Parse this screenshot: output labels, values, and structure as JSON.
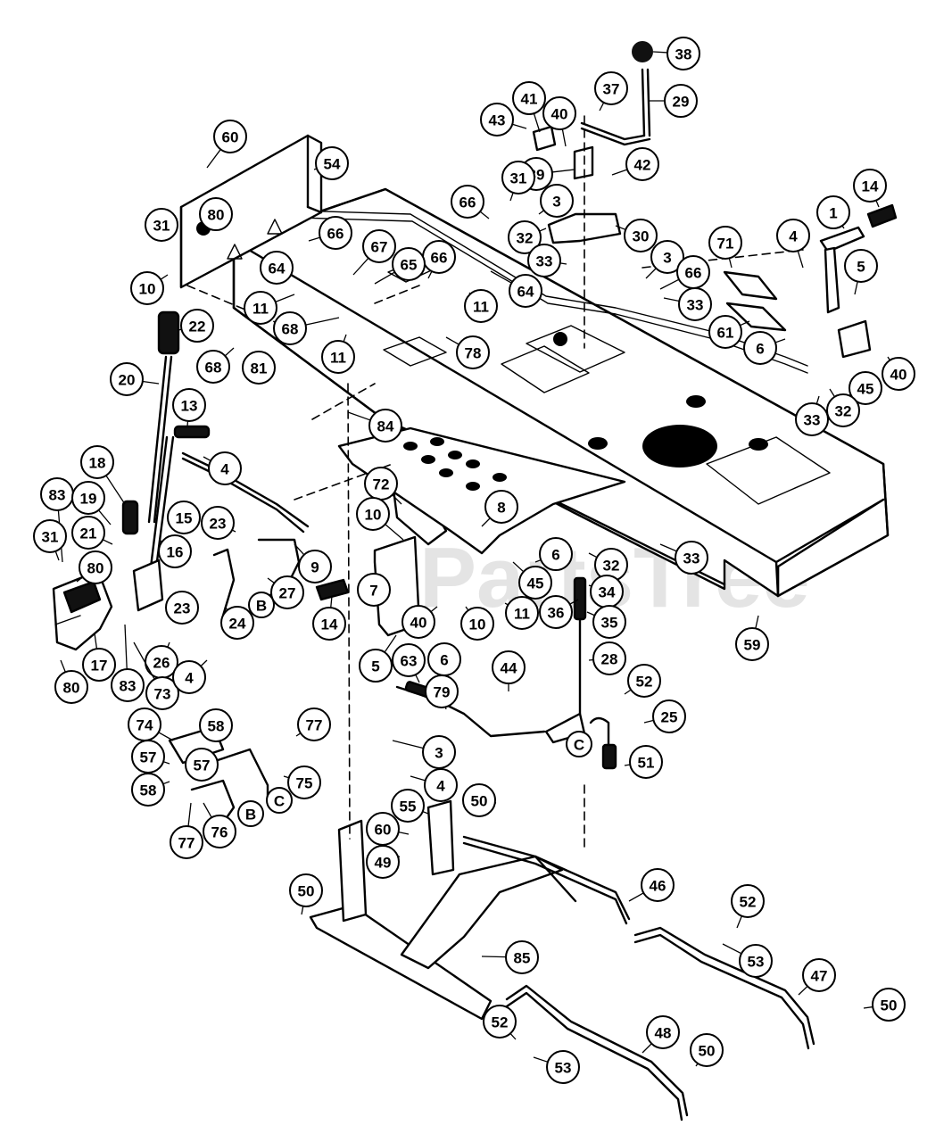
{
  "watermark": {
    "text": "PartsTree",
    "trademark": "TM"
  },
  "callouts": [
    "1",
    "3",
    "4",
    "5",
    "6",
    "7",
    "8",
    "9",
    "10",
    "11",
    "13",
    "14",
    "15",
    "16",
    "17",
    "18",
    "19",
    "20",
    "21",
    "22",
    "23",
    "24",
    "25",
    "26",
    "27",
    "28",
    "29",
    "30",
    "31",
    "32",
    "33",
    "34",
    "35",
    "36",
    "37",
    "38",
    "39",
    "40",
    "41",
    "42",
    "43",
    "44",
    "45",
    "46",
    "47",
    "48",
    "49",
    "50",
    "51",
    "52",
    "53",
    "54",
    "55",
    "57",
    "58",
    "59",
    "60",
    "61",
    "63",
    "64",
    "65",
    "66",
    "67",
    "68",
    "71",
    "72",
    "73",
    "74",
    "75",
    "76",
    "77",
    "78",
    "79",
    "80",
    "81",
    "83",
    "84",
    "85"
  ],
  "connector_letters": [
    "B",
    "C"
  ]
}
